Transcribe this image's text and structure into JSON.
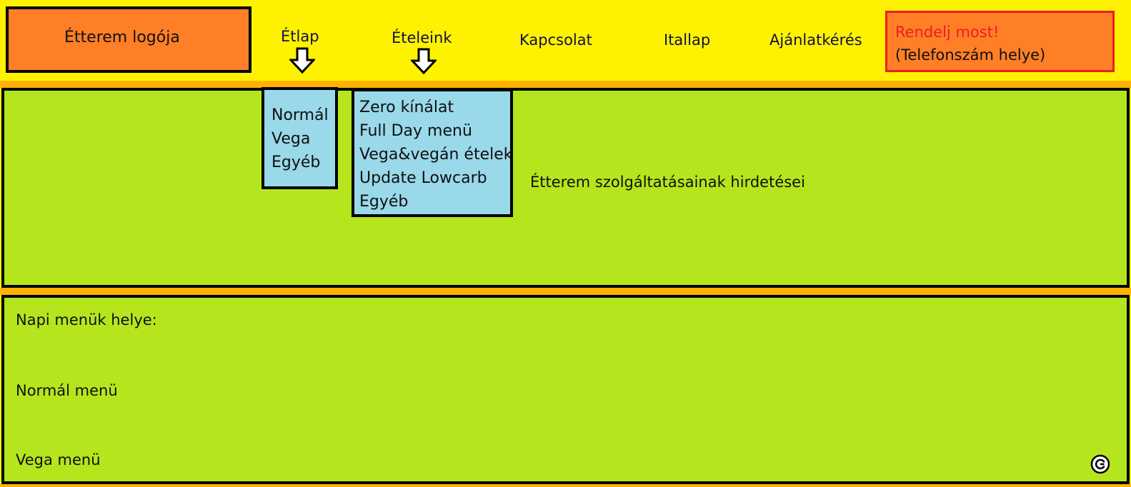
{
  "header": {
    "logo_label": "Étterem logója",
    "nav": [
      {
        "label": "Étlap"
      },
      {
        "label": "Ételeink"
      },
      {
        "label": "Kapcsolat"
      },
      {
        "label": "Itallap"
      },
      {
        "label": "Ajánlatkérés"
      }
    ],
    "order": {
      "title": "Rendelj most!",
      "phone": "(Telefonszám helye)"
    }
  },
  "dropdowns": {
    "etlap": {
      "icon": "arrow-down-icon",
      "items": [
        "Normál",
        "Vega",
        "Egyéb"
      ]
    },
    "eteleink": {
      "icon": "arrow-down-icon",
      "items": [
        "Zero kínálat",
        "Full Day menü",
        "Vega&vegán ételek",
        "Update Lowcarb",
        "Egyéb"
      ]
    }
  },
  "ads": {
    "text": "Étterem szolgáltatásainak hirdetései"
  },
  "daily_menu": {
    "heading": "Napi menük helye:",
    "normal": "Normál menü",
    "vega": "Vega menü"
  },
  "footer": {
    "icon": "copyright-icon"
  },
  "colors": {
    "header_bg": "#fff200",
    "logo_bg": "#ff7f27",
    "order_border": "#ed1c24",
    "separator": "#ffb300",
    "panel_bg": "#b5e61d",
    "dropdown_bg": "#99d9ea"
  }
}
